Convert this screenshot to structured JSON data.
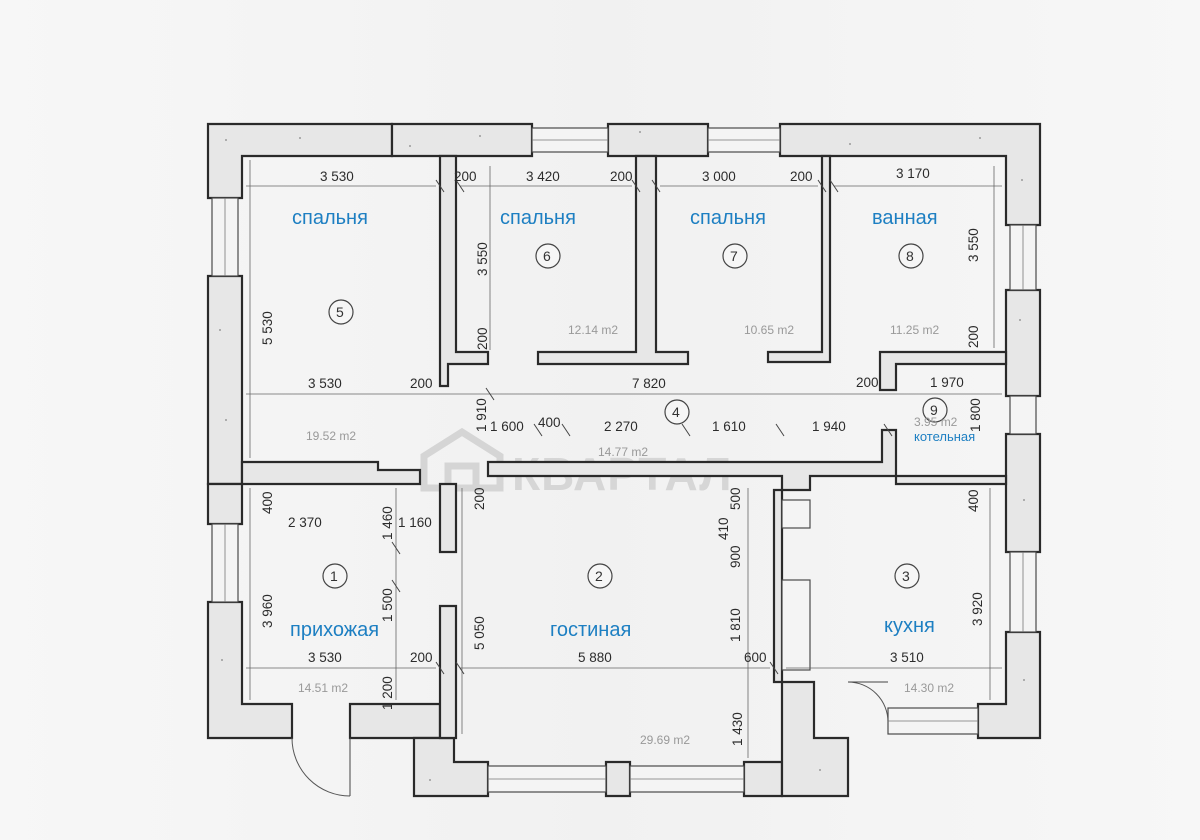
{
  "plan": {
    "watermark": "КВАРТАЛ",
    "rooms": [
      {
        "num": "1",
        "name": "прихожая",
        "area": "14.51 m2"
      },
      {
        "num": "2",
        "name": "гостиная",
        "area": "29.69 m2"
      },
      {
        "num": "3",
        "name": "кухня",
        "area": "14.30 m2"
      },
      {
        "num": "4",
        "name": "",
        "area": "14.77 m2"
      },
      {
        "num": "5",
        "name": "спальня",
        "area": "19.52 m2"
      },
      {
        "num": "6",
        "name": "спальня",
        "area": "12.14 m2"
      },
      {
        "num": "7",
        "name": "спальня",
        "area": "10.65 m2"
      },
      {
        "num": "8",
        "name": "ванная",
        "area": "11.25 m2"
      },
      {
        "num": "9",
        "name": "котельная",
        "area": "3.95 m2"
      }
    ],
    "dims": {
      "r5_top": "3 530",
      "r5_left": "5 530",
      "r5_bottom": "3 530",
      "w_5_6_top": "200",
      "w_5_6_bottom": "200",
      "r6_top": "3 420",
      "r6_left": "3 550",
      "r6_bottom_wall": "200",
      "w_6_7_top": "200",
      "r7_top": "3 000",
      "w_7_8_top": "200",
      "r8_top": "3 170",
      "r8_right": "3 550",
      "r8_right_wall": "200",
      "corr_total": "7 820",
      "r9_wall": "200",
      "r9_top": "1 970",
      "r9_right": "1 800",
      "corr_left_h": "1 910",
      "c_1600": "1 600",
      "c_400": "400",
      "c_2270": "2 270",
      "c_1610": "1 610",
      "c_1940": "1 940",
      "r1_top_wall": "400",
      "r1_top_a": "2 370",
      "r1_top_b": "1 160",
      "r1_wall_1460": "1 460",
      "r1_left": "3 960",
      "r1_wall_1500": "1 500",
      "r1_bottom": "3 530",
      "r1_wall_1200": "1 200",
      "w_1_2": "200",
      "r2_wall_top": "200",
      "r2_left": "5 050",
      "r2_bottom": "5 880",
      "r2_r_500": "500",
      "r2_r_410": "410",
      "r2_r_900": "900",
      "r2_r_1810": "1 810",
      "r2_r_1430": "1 430",
      "r2_door": "600",
      "r3_top_wall": "400",
      "r3_right": "3 920",
      "r3_bottom": "3 510"
    }
  }
}
